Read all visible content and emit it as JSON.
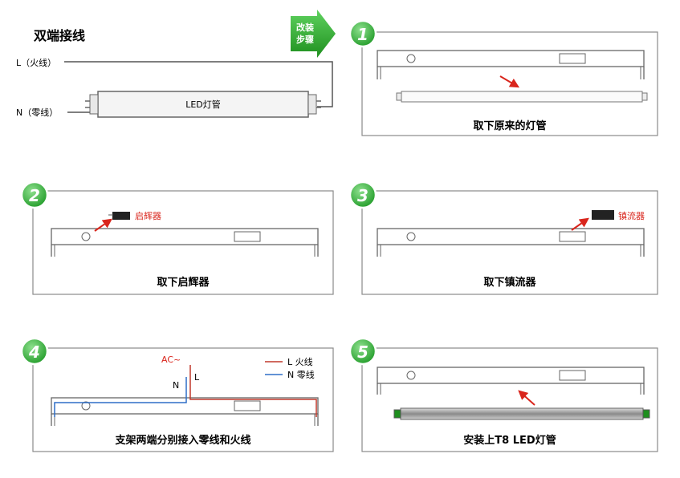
{
  "title": "双端接线",
  "arrow_label": {
    "line1": "改装",
    "line2": "步骤"
  },
  "wiring": {
    "live_label": "L（火线）",
    "neutral_label": "N（零线）",
    "tube_label": "LED灯管"
  },
  "steps": [
    {
      "number": "1",
      "caption": "取下原来的灯管"
    },
    {
      "number": "2",
      "caption": "取下启辉器",
      "part_label": "启辉器"
    },
    {
      "number": "3",
      "caption": "取下镇流器",
      "part_label": "镇流器"
    },
    {
      "number": "4",
      "caption": "支架两端分别接入零线和火线",
      "ac_label": "AC~",
      "l_label": "L",
      "n_label": "N",
      "legend": [
        {
          "text": "L  火线",
          "color": "#c0392b"
        },
        {
          "text": "N  零线",
          "color": "#2e6fc7"
        }
      ]
    },
    {
      "number": "5",
      "caption": "安装上T8 LED灯管"
    }
  ],
  "colors": {
    "accent_green": "#2aa22a",
    "red": "#d9251c",
    "live": "#c0392b",
    "neutral": "#2e6fc7"
  }
}
